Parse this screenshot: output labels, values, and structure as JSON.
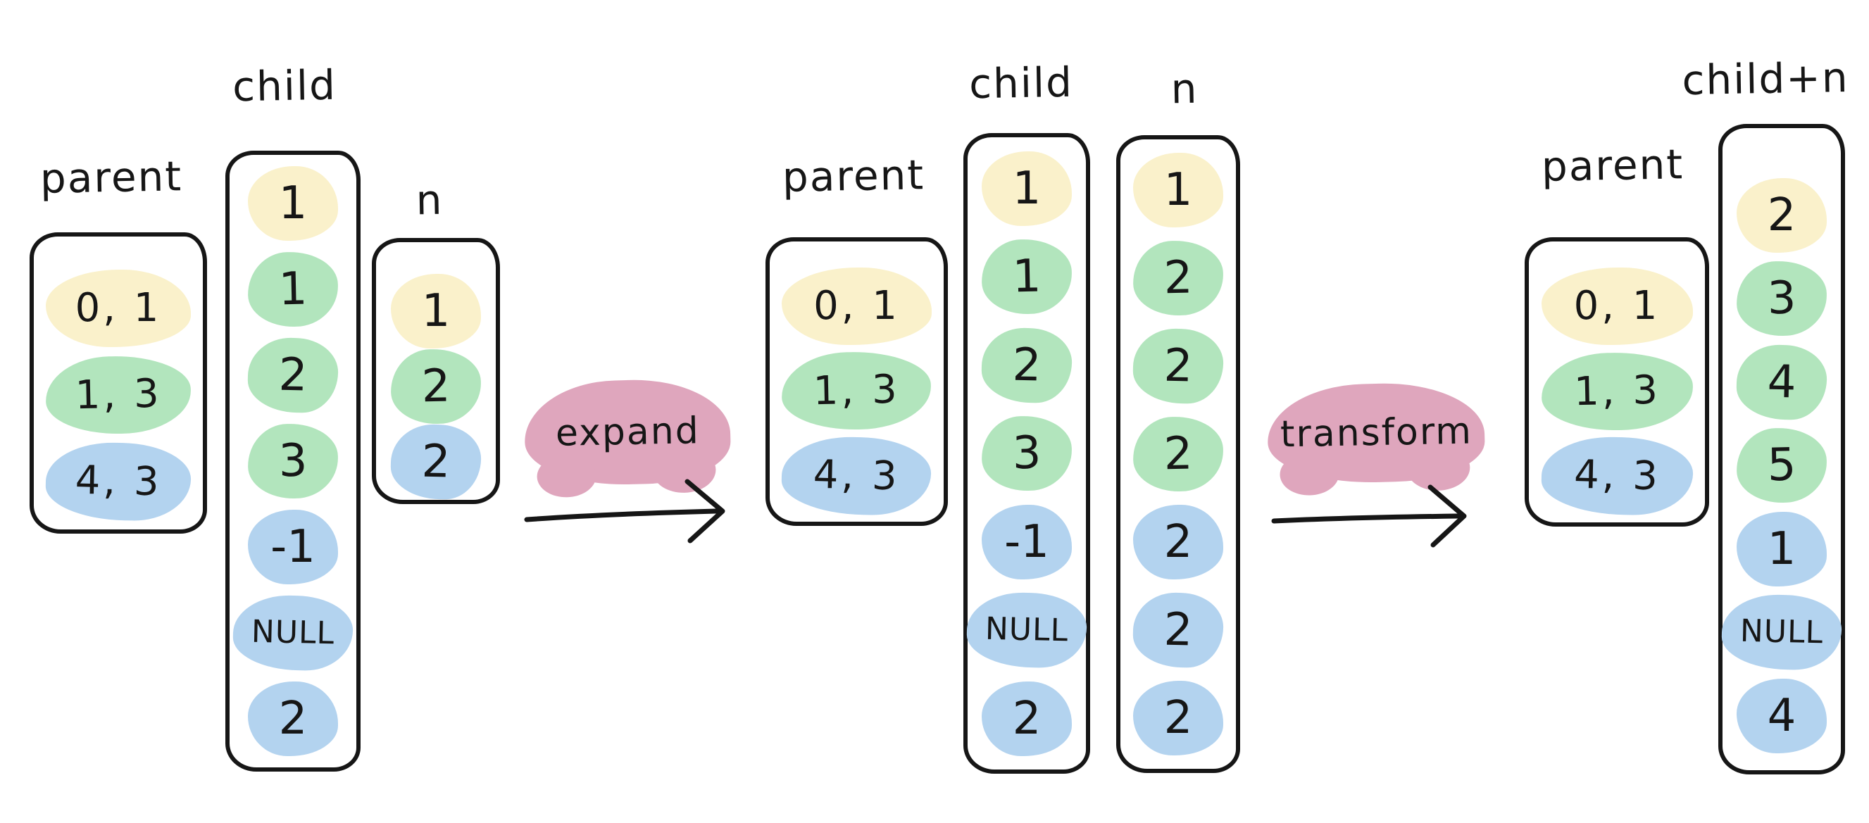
{
  "colors": {
    "yellow": "#FAF1CB",
    "green": "#B2E5BD",
    "blue": "#B3D3EF",
    "pink": "#DFA6BD",
    "ink": "#161616"
  },
  "stage_before": {
    "parent_label": "parent",
    "child_label": "child",
    "n_label": "n",
    "parent_rows": [
      {
        "text": "0, 1",
        "color": "yellow"
      },
      {
        "text": "1, 3",
        "color": "green"
      },
      {
        "text": "4, 3",
        "color": "blue"
      }
    ],
    "child_rows": [
      {
        "text": "1",
        "color": "yellow"
      },
      {
        "text": "1",
        "color": "green"
      },
      {
        "text": "2",
        "color": "green"
      },
      {
        "text": "3",
        "color": "green"
      },
      {
        "text": "-1",
        "color": "blue"
      },
      {
        "text": "NULL",
        "color": "blue"
      },
      {
        "text": "2",
        "color": "blue"
      }
    ],
    "n_rows": [
      {
        "text": "1",
        "color": "yellow"
      },
      {
        "text": "2",
        "color": "green"
      },
      {
        "text": "2",
        "color": "blue"
      }
    ]
  },
  "expand_step": {
    "label": "expand"
  },
  "stage_expanded": {
    "parent_label": "parent",
    "child_label": "child",
    "n_label": "n",
    "parent_rows": [
      {
        "text": "0, 1",
        "color": "yellow"
      },
      {
        "text": "1, 3",
        "color": "green"
      },
      {
        "text": "4, 3",
        "color": "blue"
      }
    ],
    "child_rows": [
      {
        "text": "1",
        "color": "yellow"
      },
      {
        "text": "1",
        "color": "green"
      },
      {
        "text": "2",
        "color": "green"
      },
      {
        "text": "3",
        "color": "green"
      },
      {
        "text": "-1",
        "color": "blue"
      },
      {
        "text": "NULL",
        "color": "blue"
      },
      {
        "text": "2",
        "color": "blue"
      }
    ],
    "n_rows": [
      {
        "text": "1",
        "color": "yellow"
      },
      {
        "text": "2",
        "color": "green"
      },
      {
        "text": "2",
        "color": "green"
      },
      {
        "text": "2",
        "color": "green"
      },
      {
        "text": "2",
        "color": "blue"
      },
      {
        "text": "2",
        "color": "blue"
      },
      {
        "text": "2",
        "color": "blue"
      }
    ]
  },
  "transform_step": {
    "label": "transform"
  },
  "stage_result": {
    "parent_label": "parent",
    "result_label": "child+n",
    "parent_rows": [
      {
        "text": "0, 1",
        "color": "yellow"
      },
      {
        "text": "1, 3",
        "color": "green"
      },
      {
        "text": "4, 3",
        "color": "blue"
      }
    ],
    "result_rows": [
      {
        "text": "2",
        "color": "yellow"
      },
      {
        "text": "3",
        "color": "green"
      },
      {
        "text": "4",
        "color": "green"
      },
      {
        "text": "5",
        "color": "green"
      },
      {
        "text": "1",
        "color": "blue"
      },
      {
        "text": "NULL",
        "color": "blue"
      },
      {
        "text": "4",
        "color": "blue"
      }
    ]
  }
}
